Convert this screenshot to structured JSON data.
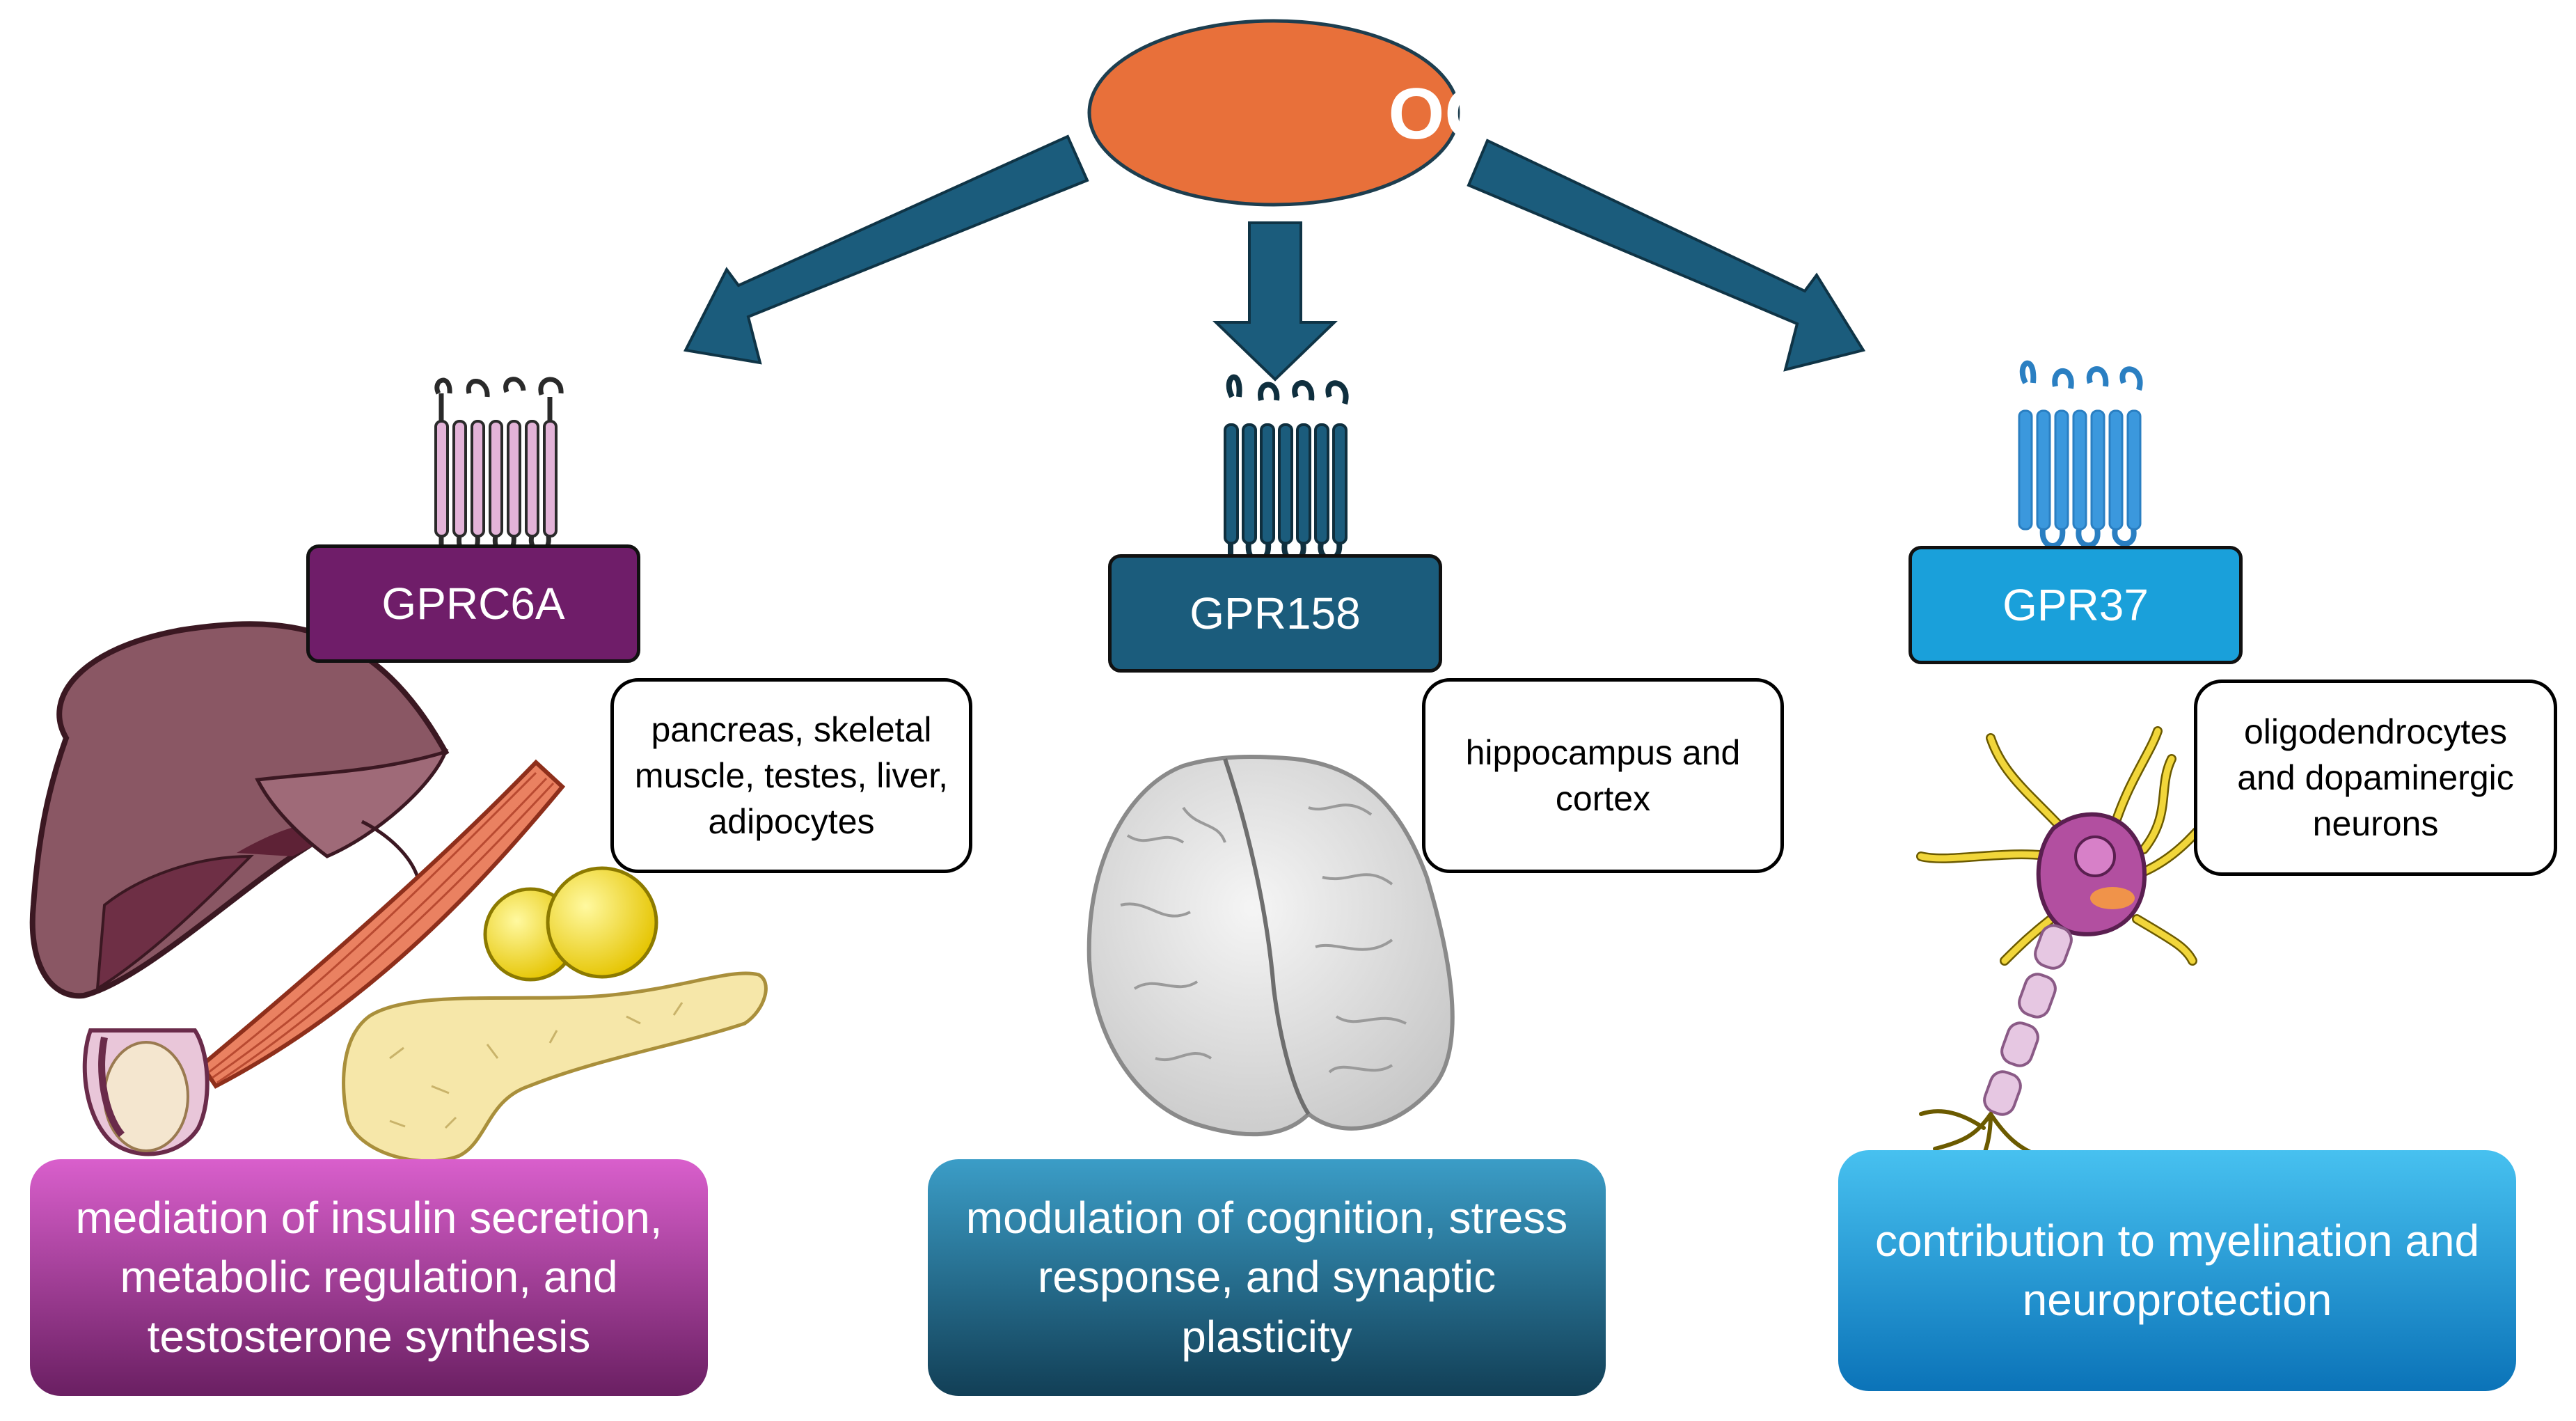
{
  "center": {
    "label": "OCN",
    "color": "#e8703a"
  },
  "receptors": [
    {
      "label": "GPRC6A",
      "color": "#6f1d69"
    },
    {
      "label": "GPR158",
      "color": "#1b5c7c"
    },
    {
      "label": "GPR37",
      "color": "#1aa0da"
    }
  ],
  "tissues": [
    "pancreas, skeletal muscle, testes, liver, adipocytes",
    "hippocampus and cortex",
    "oligodendrocytes and dopaminergic neurons"
  ],
  "functions": [
    "mediation of insulin secretion, metabolic regulation, and testosterone synthesis",
    "modulation of cognition, stress response, and synaptic plasticity",
    "contribution to myelination and neuroprotection"
  ],
  "icons": [
    "liver-icon",
    "muscle-icon",
    "adipocytes-icon",
    "pancreas-icon",
    "testis-icon",
    "brain-icon",
    "neuron-icon",
    "gpcr-icon"
  ],
  "arrow_color": "#1b5c7c"
}
